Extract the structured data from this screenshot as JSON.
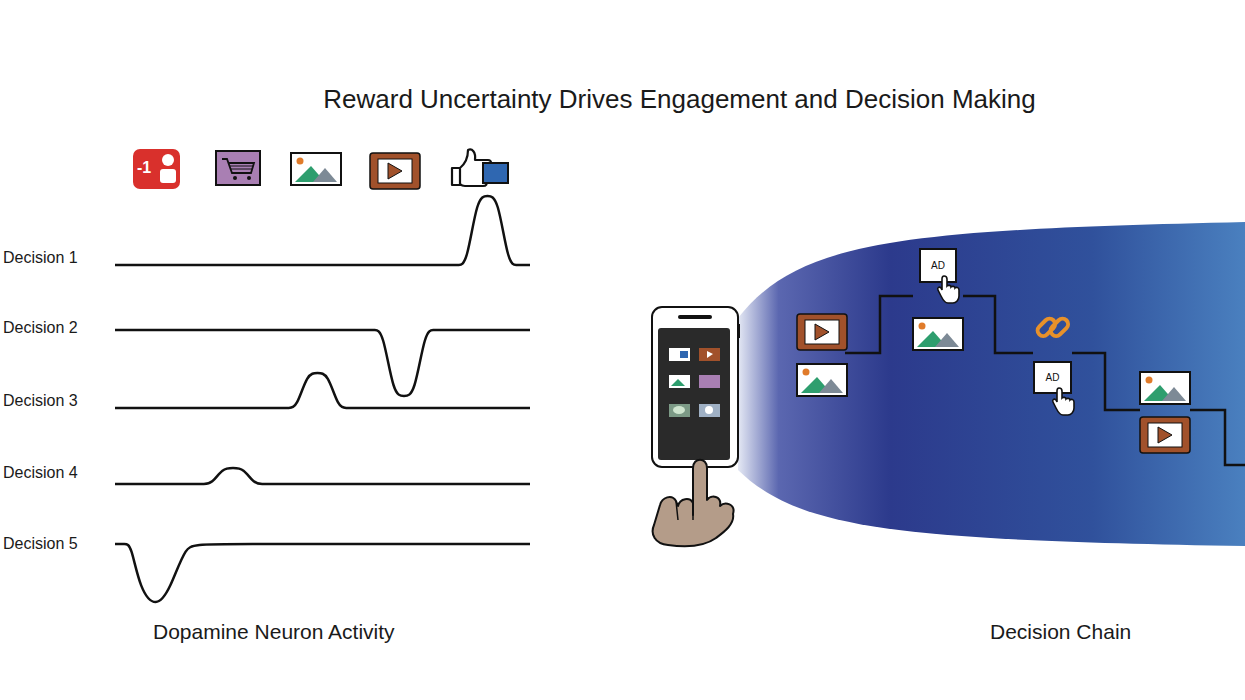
{
  "diagram": {
    "title": "Reward Uncertainty Drives Engagement and Decision Making",
    "nodes": [
      {
        "text": [
          "AD"
        ]
      },
      {
        "text": [
          "AD"
        ]
      }
    ],
    "labels": [
      "Decision 1",
      "Decision 2",
      "Decision 3",
      "Decision 4",
      "Decision 5",
      "-1",
      "Dopamine Neuron Activity",
      "Decision Chain"
    ]
  }
}
